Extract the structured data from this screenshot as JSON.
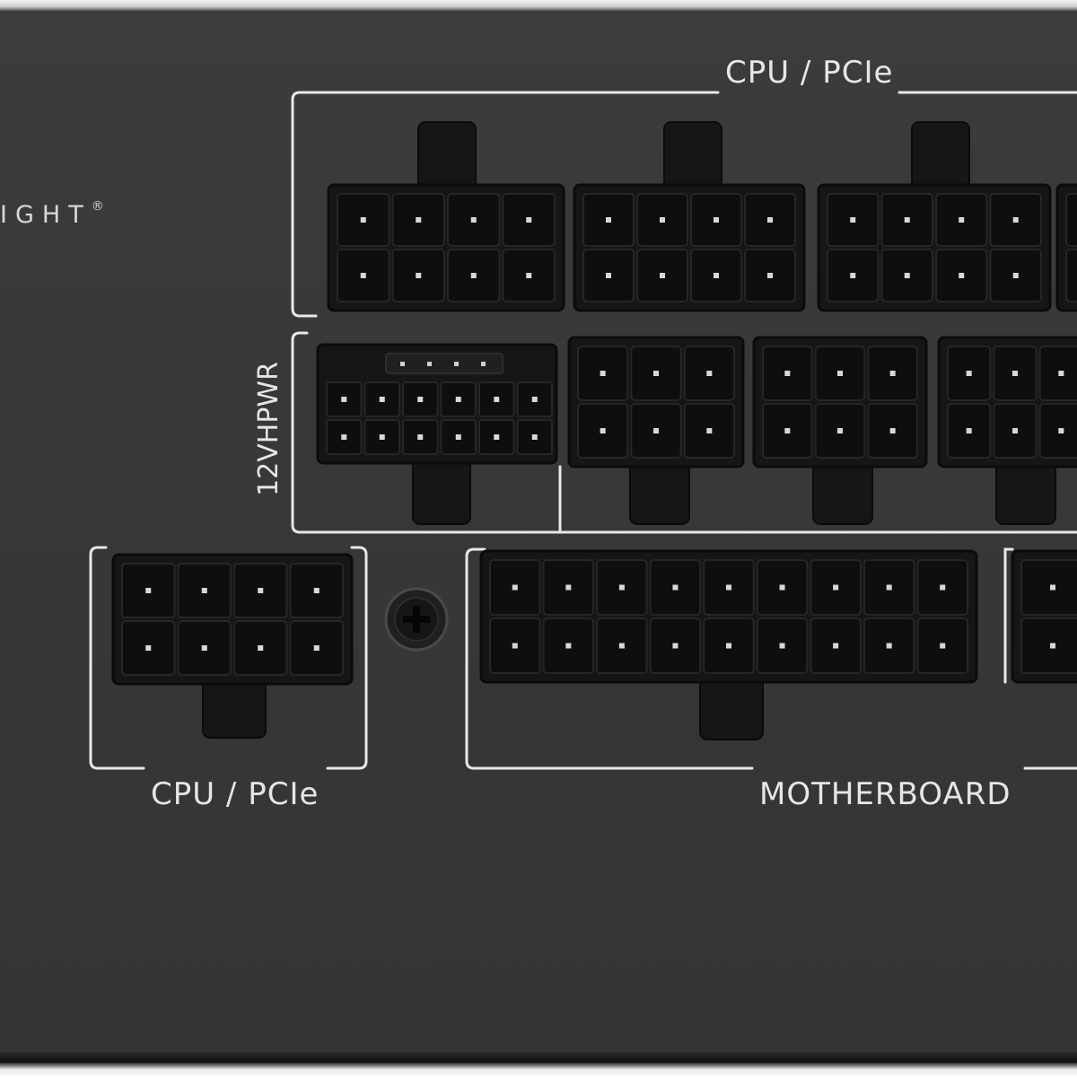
{
  "brand": {
    "text": "IGHT",
    "mark": "®"
  },
  "labels": {
    "top_group": "CPU / PCIe",
    "vhpwr": "12VHPWR",
    "left_group": "CPU / PCIe",
    "motherboard": "MOTHERBOARD"
  },
  "colors": {
    "panel": "#383838",
    "socket": "#161616",
    "outline": "#e8e8e8",
    "label": "#e6e6e6"
  },
  "icons": {
    "screw": "phillips-screw-icon"
  }
}
